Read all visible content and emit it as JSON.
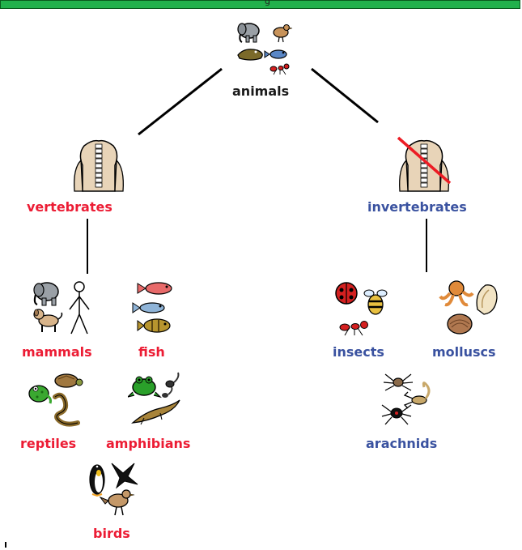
{
  "header": {
    "partial_text": "g"
  },
  "diagram": {
    "root": {
      "label": "animals",
      "color": "#1a1a1a"
    },
    "branches": {
      "vertebrates": {
        "label": "vertebrates",
        "color": "#ec1c34"
      },
      "invertebrates": {
        "label": "invertebrates",
        "color": "#3a52a0"
      }
    },
    "vertebrate_groups": {
      "mammals": "mammals",
      "fish": "fish",
      "reptiles": "reptiles",
      "amphibians": "amphibians",
      "birds": "birds"
    },
    "invertebrate_groups": {
      "insects": "insects",
      "molluscs": "molluscs",
      "arachnids": "arachnids"
    }
  }
}
